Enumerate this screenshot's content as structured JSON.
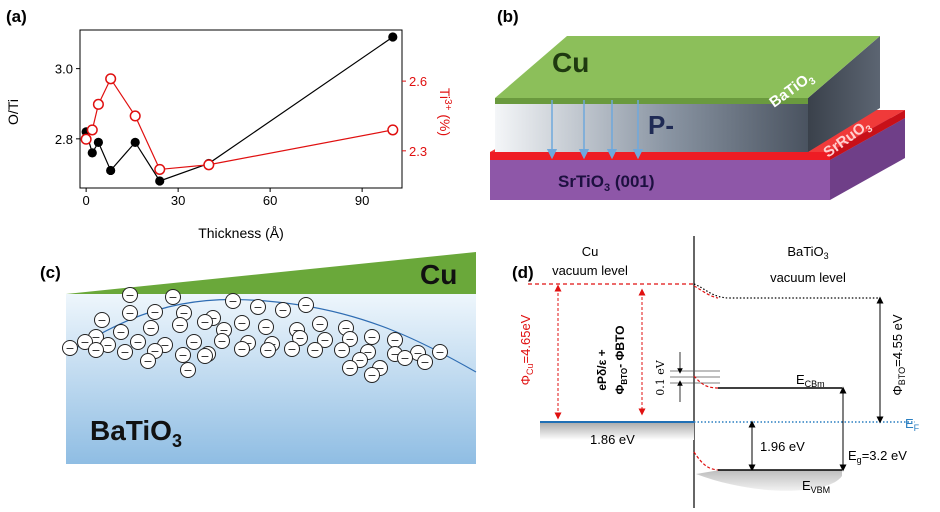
{
  "panels": {
    "a": "(a)",
    "b": "(b)",
    "c": "(c)",
    "d": "(d)"
  },
  "colors": {
    "black_series": "#000000",
    "red_series": "#e01010",
    "cu_green": "#7fb24a",
    "bto_gray": "#4a5360",
    "sro_red": "#ee1c24",
    "sto_purple": "#8e57a8",
    "fermi_blue": "#2a7fc1"
  },
  "chart_data": {
    "type": "scatter",
    "xlabel": "Thickness (Å)",
    "ylabel_left": "O/Ti",
    "ylabel_right": "Ti3+ (%)",
    "ylabel_right_base": "Ti",
    "ylabel_right_sup": "3+",
    "ylabel_right_unit": " (%)",
    "xlim": [
      -2,
      103
    ],
    "x_ticks": [
      "0",
      "30",
      "60",
      "90"
    ],
    "x_tick_values": [
      0,
      30,
      60,
      90
    ],
    "ylim_left": [
      2.66,
      3.11
    ],
    "y_left_ticks": [
      "2.8",
      "3.0"
    ],
    "y_left_tick_values": [
      2.8,
      3.0
    ],
    "ylim_right": [
      2.14,
      2.82
    ],
    "y_right_ticks": [
      "2.3",
      "2.6"
    ],
    "y_right_tick_values": [
      2.3,
      2.6
    ],
    "grid": false,
    "series": [
      {
        "axis": "left",
        "marker": "filled-circle",
        "color": "#000000",
        "x": [
          0,
          2,
          4,
          8,
          16,
          24,
          40,
          100
        ],
        "y": [
          2.82,
          2.76,
          2.79,
          2.71,
          2.79,
          2.68,
          2.73,
          3.09
        ]
      },
      {
        "axis": "right",
        "marker": "open-circle",
        "color": "#e01010",
        "x": [
          0,
          2,
          4,
          8,
          16,
          24,
          40,
          100
        ],
        "y": [
          2.35,
          2.39,
          2.5,
          2.61,
          2.45,
          2.22,
          2.24,
          2.39
        ]
      }
    ]
  },
  "panel_b": {
    "cu_label": "Cu",
    "p_label": "P-",
    "bto_label": "BaTiO",
    "bto_sub": "3",
    "sro_label": "SrRuO",
    "sro_sub": "3",
    "sto_label": "SrTiO",
    "sto_sub": "3",
    "sto_suffix": " (001)"
  },
  "panel_c": {
    "cu_label": "Cu",
    "bto_label": "BaTiO",
    "bto_sub": "3",
    "charge_symbol": "−"
  },
  "panel_d": {
    "cu_header": "Cu",
    "cu_vacuum": "vacuum level",
    "bto_header": "BaTiO",
    "bto_header_sub": "3",
    "bto_vacuum": "vacuum level",
    "phi_cu_main": "Φ",
    "phi_cu_sub": "Cu",
    "phi_cu_value": "=4.65eV",
    "phi_bto_main": "Φ",
    "phi_bto_sub": "BTO",
    "phi_bto_value": "=4.55 eV",
    "dipole_line1": "ePδ/ε +",
    "dipole_line2_a": "Φ",
    "dipole_line2_sub": "BTO",
    "dipole_line2_b": "- ΦBTO",
    "offset_01": "0.1 eV",
    "e_cbm_main": "E",
    "e_cbm_sub": "CBm",
    "e_f_main": "E",
    "e_f_sub": "F",
    "gap_186": "1.86 eV",
    "gap_196": "1.96 eV",
    "eg_main": "E",
    "eg_sub": "g",
    "eg_value": "=3.2 eV",
    "e_vbm_main": "E",
    "e_vbm_sub": "VBM"
  }
}
